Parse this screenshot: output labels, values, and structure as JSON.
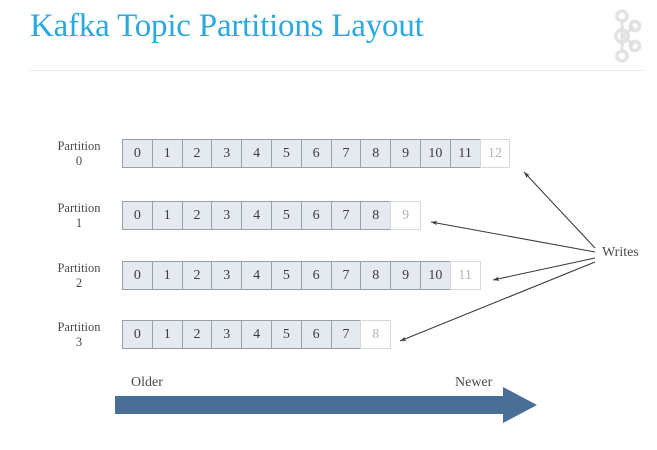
{
  "header": {
    "title": "Kafka Topic Partitions Layout",
    "title_color": "#29a9e0",
    "logo_icon": "kafka-logo-icon",
    "logo_color": "#e0e0e0"
  },
  "diagram": {
    "type": "partition-offset-layout",
    "cell_fill_color": "#e5eaf1",
    "cell_border_color": "#97a0ab",
    "empty_cell_fill_color": "#ffffff",
    "empty_cell_text_color": "#b4b4b4",
    "writes_label": "Writes",
    "partitions": [
      {
        "label_name": "Partition",
        "label_index": "0",
        "filled_offsets": [
          "0",
          "1",
          "2",
          "3",
          "4",
          "5",
          "6",
          "7",
          "8",
          "9",
          "10",
          "11"
        ],
        "next_offset": "12"
      },
      {
        "label_name": "Partition",
        "label_index": "1",
        "filled_offsets": [
          "0",
          "1",
          "2",
          "3",
          "4",
          "5",
          "6",
          "7",
          "8"
        ],
        "next_offset": "9"
      },
      {
        "label_name": "Partition",
        "label_index": "2",
        "filled_offsets": [
          "0",
          "1",
          "2",
          "3",
          "4",
          "5",
          "6",
          "7",
          "8",
          "9",
          "10"
        ],
        "next_offset": "11"
      },
      {
        "label_name": "Partition",
        "label_index": "3",
        "filled_offsets": [
          "0",
          "1",
          "2",
          "3",
          "4",
          "5",
          "6",
          "7"
        ],
        "next_offset": "8"
      }
    ]
  },
  "timeline": {
    "older_label": "Older",
    "newer_label": "Newer",
    "arrow_color": "#4a6f97"
  }
}
